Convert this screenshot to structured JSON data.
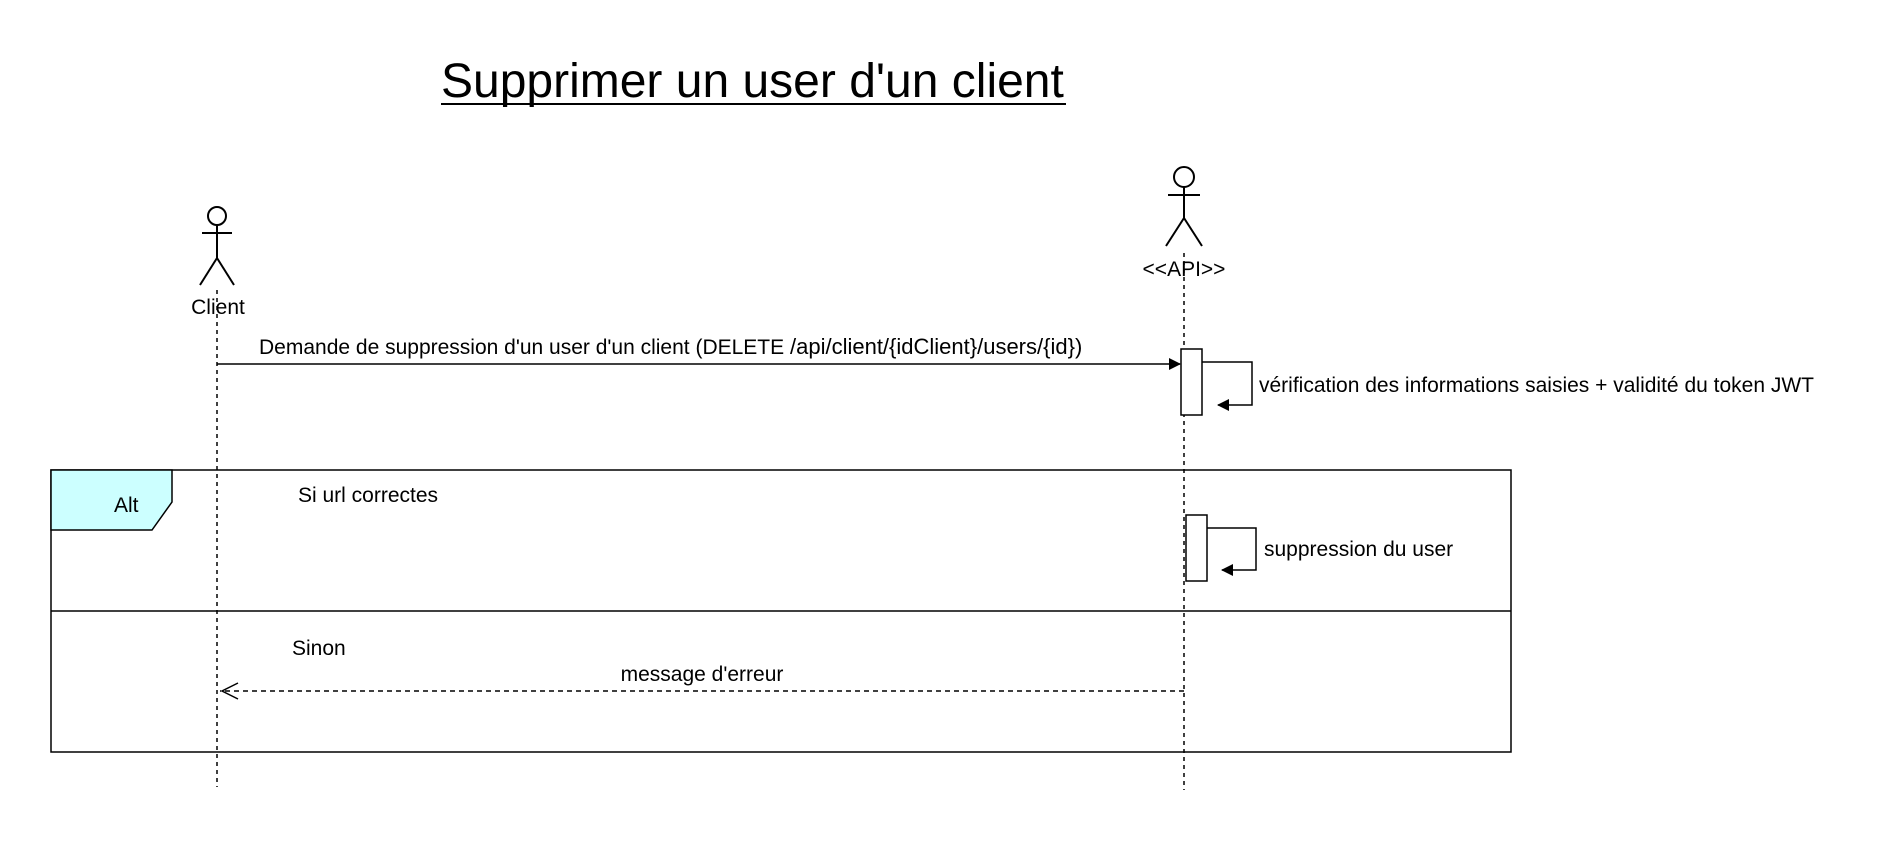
{
  "diagram": {
    "title": "Supprimer un user d'un client",
    "participants": [
      {
        "label": "Client"
      },
      {
        "label": "<<API>>"
      }
    ],
    "messages": {
      "request_prefix": "Demande de suppression d'un user d'un client (DELETE ",
      "request_path": "/api/client/{idClient}/users/{id})",
      "self_check": "vérification des informations saisies + validité du token JWT",
      "self_delete": "suppression du user",
      "error_return": "message d'erreur"
    },
    "alt_fragment": {
      "keyword": "Alt",
      "guard_if": "Si url correctes",
      "guard_else": "Sinon"
    },
    "colors": {
      "line": "#000000",
      "alt_tab_fill": "#ccffff",
      "background": "#ffffff"
    }
  }
}
